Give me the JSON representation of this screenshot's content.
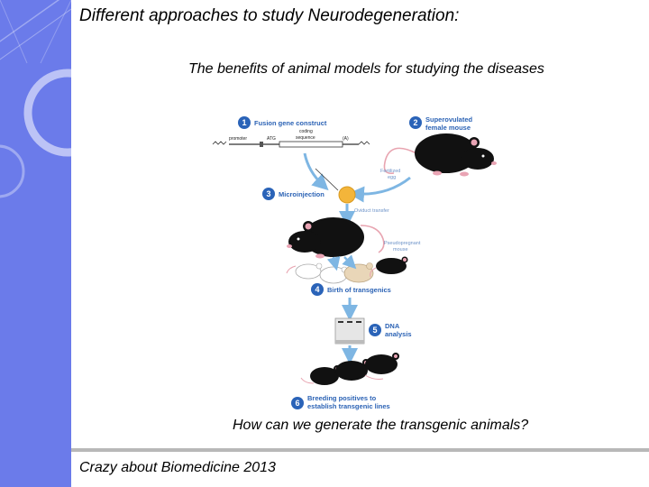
{
  "slide": {
    "title": "Different approaches to study Neurodegeneration:",
    "subtitle": "The benefits of animal models for studying the diseases",
    "question": "How can we generate the transgenic animals?",
    "footer": "Crazy about Biomedicine 2013"
  },
  "diagram": {
    "steps": [
      {
        "num": "1",
        "label": "Fusion gene construct"
      },
      {
        "num": "2",
        "label": "Superovulated"
      },
      {
        "num": "3",
        "label": "Microinjection"
      },
      {
        "num": "4",
        "label": "Birth of transgenics"
      },
      {
        "num": "5",
        "label": "DNA"
      },
      {
        "num": "6",
        "label": "Breeding positives to"
      }
    ],
    "step2_line2": "female mouse",
    "step5_line2": "analysis",
    "step6_line2": "establish transgenic lines",
    "construct": {
      "promoter": "promoter",
      "atg": "ATG",
      "coding": "coding",
      "sequence": "sequence",
      "polya": "(A)"
    },
    "fertilized_egg": "Fertilized",
    "fertilized_egg2": "egg",
    "oviduct": "Oviduct transfer",
    "pseudopregnant": "Pseudopregnant",
    "pseudopregnant2": "mouse",
    "colors": {
      "step_circle": "#2a63b8",
      "arrow": "#7eb6e3",
      "sidebar": "#6b7bea"
    }
  }
}
